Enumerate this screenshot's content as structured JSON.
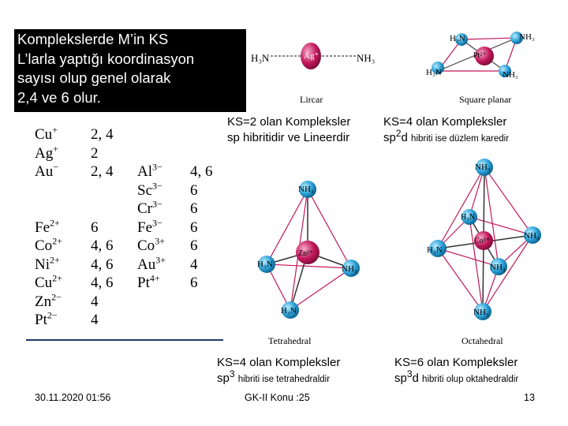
{
  "slide": {
    "title": "Komplekslerde M’in KS\nL’larla yaptığı koordinasyon\nsayısı olup genel olarak\n2,4 ve 6 olur.",
    "table": {
      "left": [
        {
          "ion": "Cu",
          "charge": "+",
          "cn": "2, 4"
        },
        {
          "ion": "Ag",
          "charge": "+",
          "cn": "2"
        },
        {
          "ion": "Au",
          "charge": "−",
          "cn": "2, 4"
        },
        {
          "ion": "Fe",
          "charge": "2+",
          "cn": "6"
        },
        {
          "ion": "Co",
          "charge": "2+",
          "cn": "4, 6"
        },
        {
          "ion": "Ni",
          "charge": "2+",
          "cn": "4, 6"
        },
        {
          "ion": "Cu",
          "charge": "2+",
          "cn": "4, 6"
        },
        {
          "ion": "Zn",
          "charge": "2−",
          "cn": "4"
        },
        {
          "ion": "Pt",
          "charge": "2−",
          "cn": "4"
        }
      ],
      "right": [
        {
          "ion": "Al",
          "charge": "3−",
          "cn": "4, 6"
        },
        {
          "ion": "Sc",
          "charge": "3−",
          "cn": "6"
        },
        {
          "ion": "Cr",
          "charge": "3−",
          "cn": "6"
        },
        {
          "ion": "Fe",
          "charge": "3−",
          "cn": "6"
        },
        {
          "ion": "Co",
          "charge": "3+",
          "cn": "6"
        },
        {
          "ion": "Au",
          "charge": "3+",
          "cn": "4"
        },
        {
          "ion": "Pt",
          "charge": "4+",
          "cn": "6"
        }
      ]
    },
    "diagrams": {
      "linear": {
        "caption": "Lircar",
        "center": "Ag⁺",
        "ligand_left": "H₃N",
        "ligand_right": "NH₃"
      },
      "square": {
        "caption": "Square planar",
        "center": "Pt²⁺",
        "l1": "H₃N",
        "l2": "NH₃",
        "l3": "H₃N",
        "l4": "NH₃"
      },
      "tetra": {
        "caption": "Tetrahedral",
        "center": "Zn²⁺",
        "l1": "NH₃",
        "l2": "H₃N",
        "l3": "NH₃",
        "l4": "H₃N"
      },
      "octa": {
        "caption": "Octahedral",
        "center": "Co³⁺",
        "l1": "NH₃",
        "l2": "H₃N",
        "l3": "NH₃",
        "l4": "H₃N",
        "l5": "NH₃",
        "l6": "NH₃"
      }
    },
    "desc_ks2": {
      "line1": "KS=2 olan Kompleksler",
      "line2": "sp hibritidir ve Lineerdir"
    },
    "desc_ks4_sq": {
      "line1": "KS=4 olan Kompleksler",
      "sp_base": "sp",
      "sp_exp": "2",
      "sp_suffix": "d",
      "rest": "hibriti  ise düzlem karedir"
    },
    "desc_ks4_tet": {
      "line1": "KS=4 olan Kompleksler",
      "sp_base": "sp",
      "sp_exp": "3",
      "rest": "hibriti  ise tetrahedraldir"
    },
    "desc_ks6": {
      "line1": "KS=6 olan Kompleksler",
      "sp_base": "sp",
      "sp_exp": "3",
      "sp_suffix": "d",
      "rest": "hibriti  olup oktahedraldir"
    },
    "footer": {
      "date": "30.11.2020 01:56",
      "center": "GK-II  Konu :25",
      "page": "13"
    },
    "colors": {
      "metal": "#c2185b",
      "ligand": "#2a9fd6",
      "title_bg": "#000000"
    }
  }
}
